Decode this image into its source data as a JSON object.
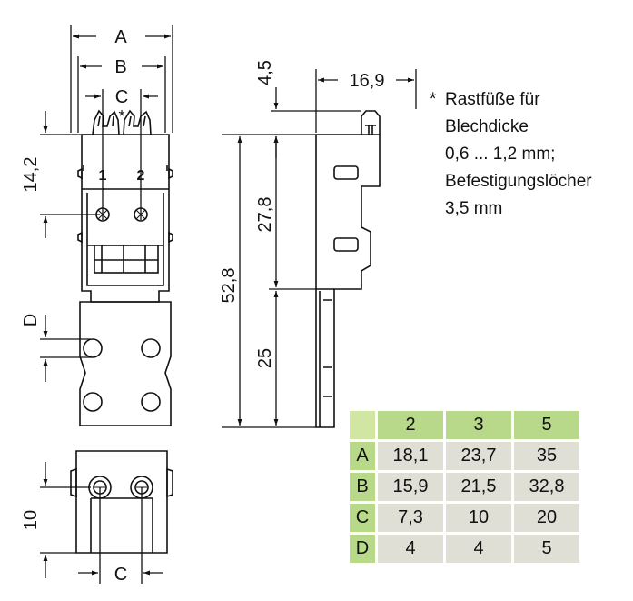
{
  "dimensions": {
    "a_label": "A",
    "b_label": "B",
    "c_top_label": "C",
    "c_bottom_label": "C",
    "d_label": "D",
    "dim_14_2": "14,2",
    "dim_10": "10",
    "dim_4_5": "4,5",
    "dim_16_9": "16,9",
    "dim_52_8": "52,8",
    "dim_27_8": "27,8",
    "dim_25": "25",
    "asterisk": "*",
    "pin_1": "1",
    "pin_2": "2"
  },
  "note": {
    "marker": "*",
    "lines": [
      "Rastfüße für",
      "Blechdicke",
      "0,6 ... 1,2 mm;",
      "Befestigungslöcher",
      "3,5 mm"
    ]
  },
  "table": {
    "columns": [
      "2",
      "3",
      "5"
    ],
    "rows": [
      {
        "label": "A",
        "values": [
          "18,1",
          "23,7",
          "35"
        ]
      },
      {
        "label": "B",
        "values": [
          "15,9",
          "21,5",
          "32,8"
        ]
      },
      {
        "label": "C",
        "values": [
          "7,3",
          "10",
          "20"
        ]
      },
      {
        "label": "D",
        "values": [
          "4",
          "4",
          "5"
        ]
      }
    ]
  },
  "colors": {
    "line": "#111111",
    "body_fill": "#ffffff",
    "table_header": "#b9d98a",
    "table_corner": "#d2e6a4",
    "table_cell": "#e0dfd6"
  }
}
